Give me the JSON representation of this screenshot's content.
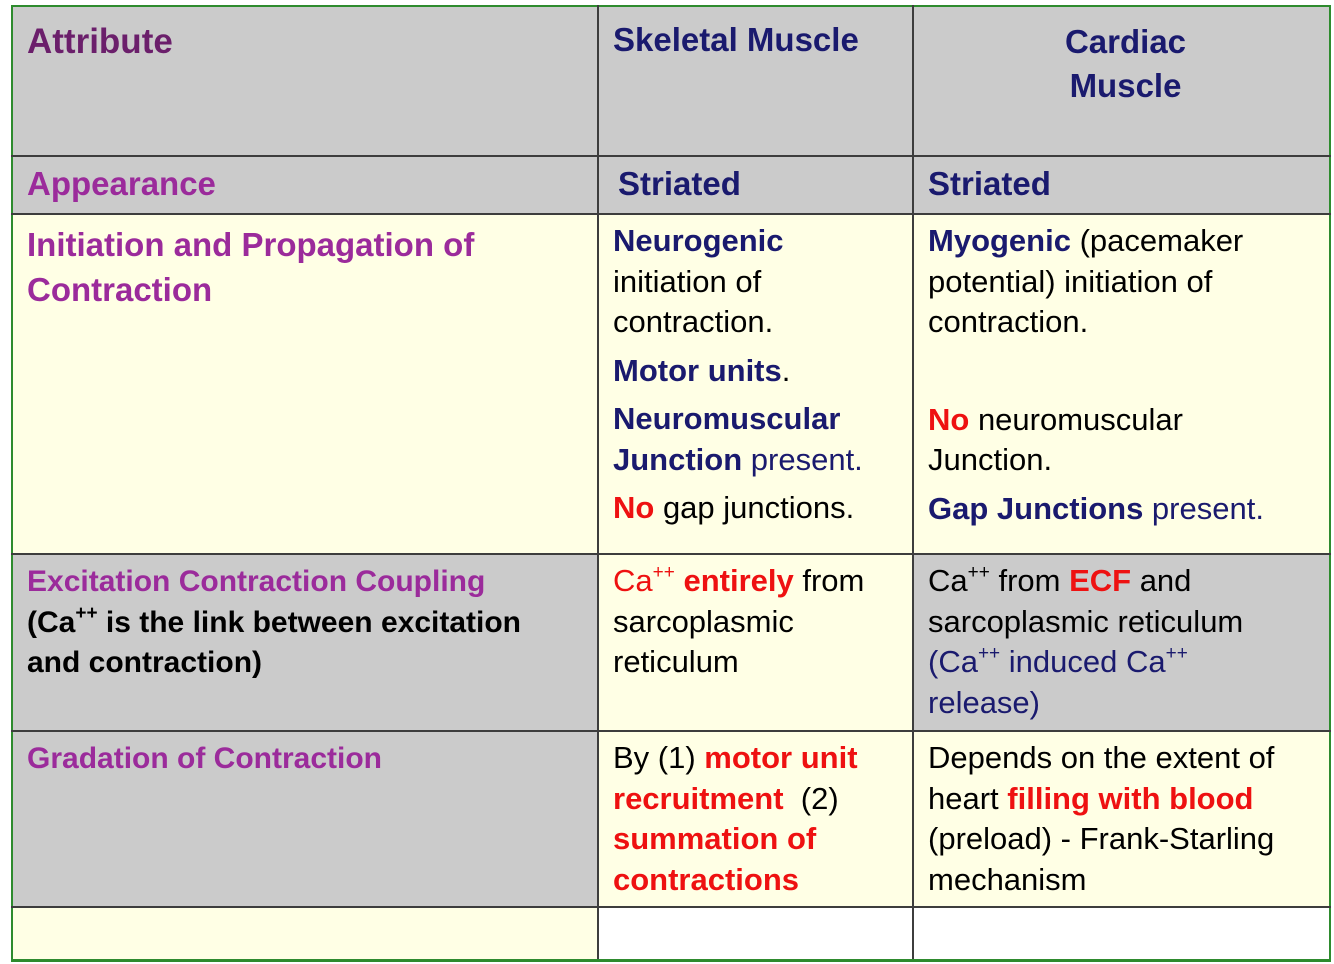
{
  "header": {
    "attribute": "Attribute",
    "skeletal": "Skeletal Muscle",
    "cardiac_line1": "Cardiac",
    "cardiac_line2": "Muscle"
  },
  "appearance": {
    "label": "Appearance",
    "skeletal": "Striated",
    "cardiac": "Striated"
  },
  "initiation": {
    "label_line1": "Initiation and Propagation of",
    "label_line2": "Contraction",
    "skeletal": {
      "neurogenic": "Neurogenic",
      "init_l1": "initiation of",
      "init_l2": "contraction.",
      "motor_units": "Motor units",
      "motor_units_end": ".",
      "nmj_l1": "Neuromuscular",
      "nmj_l2": "Junction",
      "nmj_present": " present.",
      "no": "No",
      "gap": " gap junctions."
    },
    "cardiac": {
      "myogenic": "Myogenic",
      "pacemaker": " (pacemaker",
      "init_l2": "potential) initiation of",
      "init_l3": "contraction.",
      "no": "No",
      "nmj_l1": " neuromuscular",
      "nmj_l2": "Junction.",
      "gap": "Gap Junctions",
      "gap_present": " present."
    }
  },
  "excitation": {
    "label_line1": "Excitation Contraction Coupling",
    "label_line2a": "(Ca",
    "label_sup": "++",
    "label_line2b": " is the link between excitation",
    "label_line3": "and contraction)",
    "skeletal": {
      "ca": "Ca",
      "ca_sup": "++",
      "entirely": " entirely",
      "from": " from",
      "l2": "sarcoplasmic",
      "l3": "reticulum"
    },
    "cardiac": {
      "ca": "Ca",
      "ca_sup": "++",
      "from": " from ",
      "ecf": "ECF",
      "and": " and",
      "l2": "sarcoplasmic reticulum",
      "cicr_a": "(Ca",
      "cicr_sup1": "++",
      "cicr_b": " induced Ca",
      "cicr_sup2": "++",
      "release": "release)"
    }
  },
  "gradation": {
    "label": "Gradation of Contraction",
    "skeletal": {
      "by": "By (1) ",
      "motor_unit": "motor unit",
      "recruitment": "recruitment",
      "two": "  (2)",
      "summation": "summation of",
      "contractions": "contractions"
    },
    "cardiac": {
      "l1": "Depends on the extent of",
      "heart": "heart ",
      "filling": "filling with blood",
      "l3": "(preload) - Frank-Starling",
      "l4": "mechanism"
    }
  }
}
